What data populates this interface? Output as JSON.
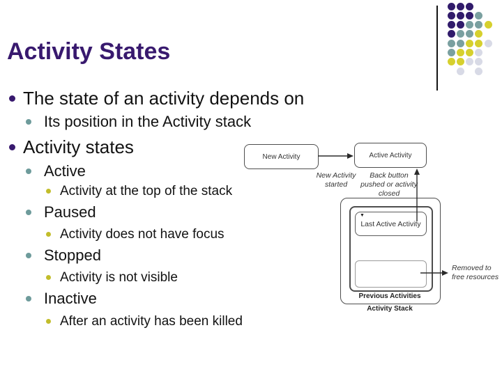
{
  "slide": {
    "title": "Activity States",
    "bullets": [
      {
        "level": 1,
        "text": "The state of an activity depends on"
      },
      {
        "level": 2,
        "text": "Its position in the Activity stack"
      },
      {
        "level": 1,
        "text": "Activity states"
      },
      {
        "level": 2,
        "text": "Active"
      },
      {
        "level": 3,
        "text": "Activity at the top of the stack"
      },
      {
        "level": 2,
        "text": "Paused"
      },
      {
        "level": 3,
        "text": "Activity does not have focus"
      },
      {
        "level": 2,
        "text": "Stopped"
      },
      {
        "level": 3,
        "text": "Activity is not visible"
      },
      {
        "level": 2,
        "text": "Inactive"
      },
      {
        "level": 3,
        "text": "After an activity has been killed"
      }
    ]
  },
  "diagram": {
    "boxes": {
      "new_activity": "New Activity",
      "active_activity": "Active Activity",
      "last_active_activity": "Last Active Activity"
    },
    "labels": {
      "new_activity_started": "New Activity started",
      "back_button": "Back button pushed or activity closed",
      "removed": "Removed to free resources",
      "previous_activities": "Previous Activities",
      "activity_stack": "Activity Stack"
    }
  },
  "colors": {
    "title": "#38196E",
    "bullet_level1": "#38196E",
    "bullet_level2": "#6E9B9B",
    "bullet_level3": "#C2BD2B",
    "body_text": "#121212"
  },
  "decor": {
    "dot_colors": {
      "P": "#311B6B",
      "T": "#7AA0A0",
      "Y": "#D6D02E",
      "G": "#D8DAE6"
    },
    "dot_rows": [
      "PPP",
      "PPPT",
      "PPTTY",
      "PTTY",
      "TTYYG",
      "TYYG",
      "YYGG",
      ".G.G"
    ]
  }
}
